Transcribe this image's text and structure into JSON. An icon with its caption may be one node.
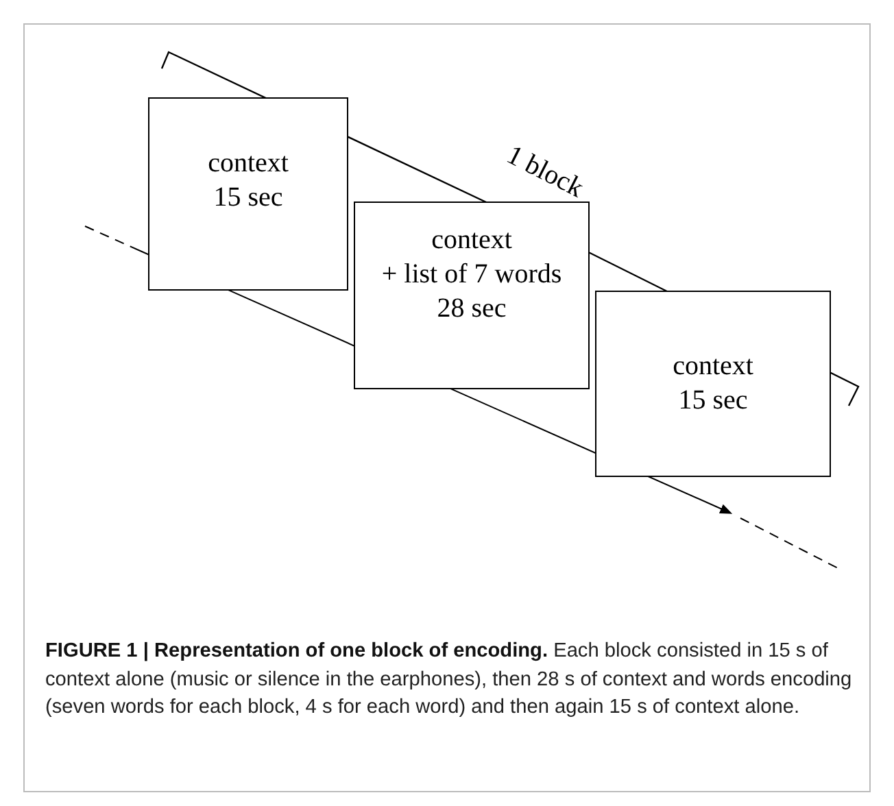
{
  "diagram": {
    "caption": "**FIGURE 1 | Representation of one block of encoding.** Each block consisted in 15 s of context alone (music or silence in the earphones), then 28 s of context and words encoding (seven words for each block, 4 s for each word) and then again 15 s of context alone.",
    "nodes": [
      {
        "text": [
          "context",
          "15 sec"
        ]
      },
      {
        "text": [
          "context",
          "+ list of 7 words",
          "28 sec"
        ]
      },
      {
        "text": [
          "context",
          "15 sec"
        ]
      }
    ],
    "labels": [
      "1 block"
    ]
  }
}
